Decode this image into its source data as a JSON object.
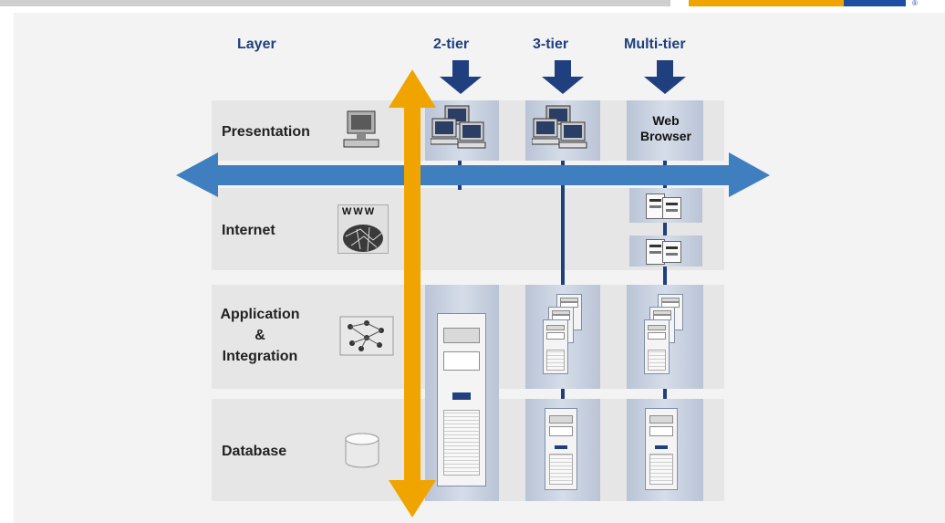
{
  "headers": {
    "layer": "Layer",
    "tier2": "2-tier",
    "tier3": "3-tier",
    "multi": "Multi-tier"
  },
  "layers": {
    "presentation": "Presentation",
    "internet": "Internet",
    "application": "Application\n&\nIntegration",
    "database": "Database"
  },
  "icons": {
    "www_label": "WWW"
  },
  "multi_tier": {
    "web_browser": "Web\nBrowser"
  },
  "colors": {
    "horizontal_arrow": "#3f7fc0",
    "vertical_arrow": "#f0a400",
    "header_text": "#1f3f7f",
    "connector": "#1f3f7f"
  }
}
